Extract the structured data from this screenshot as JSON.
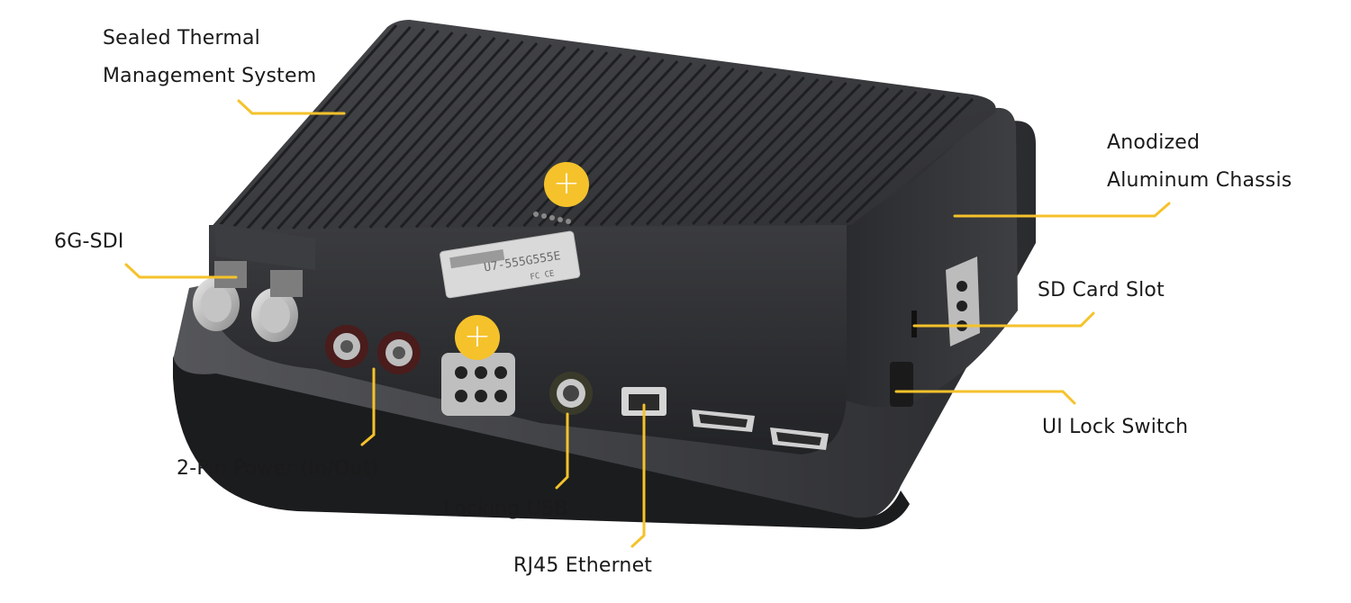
{
  "labels": {
    "thermal_line1": "Sealed Thermal",
    "thermal_line2": "Management System",
    "chassis_line1": "Anodized",
    "chassis_line2": "Aluminum Chassis",
    "sdi": "6G-SDI",
    "sd_card": "SD Card Slot",
    "ui_lock": "UI Lock Switch",
    "power": "2-Pin Power (In/Out)",
    "usb": "Locking USB",
    "ethernet": "RJ45 Ethernet"
  },
  "badges": {
    "plus_symbol": "+"
  },
  "device": {
    "serial_text": "U7-555G555E",
    "cert_marks": "FC CE"
  },
  "colors": {
    "accent": "#f5c22b",
    "body_dark": "#2b2c2e",
    "body_mid": "#3a3b3e",
    "fin": "#4a4b4f",
    "text": "#1a1a1a"
  }
}
